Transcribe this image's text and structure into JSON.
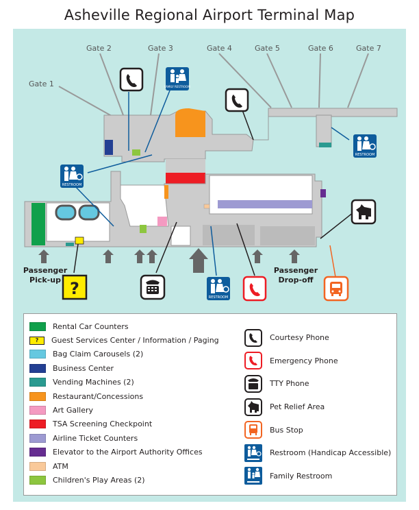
{
  "title": "Asheville Regional Airport Terminal Map",
  "gates": [
    "Gate 1",
    "Gate 2",
    "Gate 3",
    "Gate 4",
    "Gate 5",
    "Gate 6",
    "Gate 7"
  ],
  "map_labels": {
    "passenger_pickup_line1": "Passenger",
    "passenger_pickup_line2": "Pick-up",
    "passenger_dropoff_line1": "Passenger",
    "passenger_dropoff_line2": "Drop-off",
    "family_icon_text": "FAMILY RESTROOM",
    "restroom_icon_text": "RESTROOM",
    "question_mark": "?"
  },
  "legend": {
    "areas": [
      {
        "label": "Rental Car Counters",
        "color": "#10a04b"
      },
      {
        "label": "Guest Services Center / Information / Paging",
        "color": "#ffec00",
        "symbol": "?"
      },
      {
        "label": "Bag Claim Carousels (2)",
        "color": "#65c8e0"
      },
      {
        "label": "Business Center",
        "color": "#233f93"
      },
      {
        "label": "Vending Machines (2)",
        "color": "#2a9a90"
      },
      {
        "label": "Restaurant/Concessions",
        "color": "#f7941d"
      },
      {
        "label": "Art Gallery",
        "color": "#f49ac1"
      },
      {
        "label": "TSA Screening Checkpoint",
        "color": "#ed1c24"
      },
      {
        "label": "Airline Ticket Counters",
        "color": "#9d9ad2"
      },
      {
        "label": "Elevator to the Airport Authority Offices",
        "color": "#662d91"
      },
      {
        "label": "ATM",
        "color": "#f9c99a"
      },
      {
        "label": "Children's Play Areas (2)",
        "color": "#8dc63f"
      }
    ],
    "icons": [
      {
        "label": "Courtesy Phone",
        "icon": "courtesy-phone-icon"
      },
      {
        "label": "Emergency Phone",
        "icon": "emergency-phone-icon"
      },
      {
        "label": "TTY Phone",
        "icon": "tty-phone-icon"
      },
      {
        "label": "Pet Relief Area",
        "icon": "pet-relief-icon"
      },
      {
        "label": "Bus Stop",
        "icon": "bus-stop-icon"
      },
      {
        "label": "Restroom (Handicap Accessible)",
        "icon": "restroom-accessible-icon"
      },
      {
        "label": "Family Restroom",
        "icon": "family-restroom-icon"
      }
    ]
  },
  "colors": {
    "background": "#c4e9e6",
    "building": "#cccccc",
    "building_stroke": "#999999",
    "restroom_blue": "#0e5c9c",
    "emergency_red": "#ed1c24",
    "bus_orange": "#f26522",
    "leader_line": "#0e5c9c",
    "gate_line": "#999999"
  }
}
